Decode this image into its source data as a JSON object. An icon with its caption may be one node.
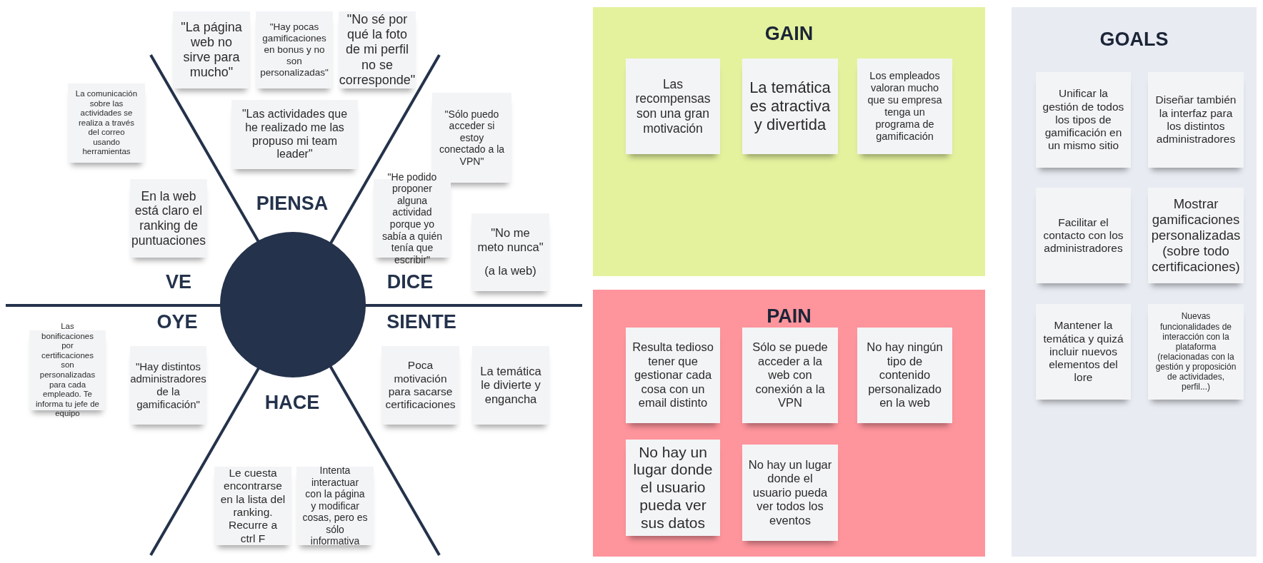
{
  "diagram": {
    "nodes": [
      {
        "text": [
          "\"La página web no sirve para mucho\""
        ]
      },
      {
        "text": [
          "\"Hay pocas gamificaciones en bonus y no son personalizadas\""
        ]
      },
      {
        "text": [
          "\"No sé por qué la foto de mi perfil no se corresponde\""
        ]
      },
      {
        "text": [
          "La comunicación sobre las actividades se realiza a través del correo usando herramientas"
        ]
      },
      {
        "text": [
          "\"Las actividades que he realizado me las propuso mi team leader\""
        ]
      },
      {
        "text": [
          "\"Sólo puedo acceder si estoy conectado a la VPN\""
        ]
      },
      {
        "text": [
          "En la web está claro el ranking de puntuaciones"
        ]
      },
      {
        "text": [
          "\"He podido proponer alguna actividad porque yo sabía a quién tenía que escribir\""
        ]
      },
      {
        "text": [
          "\"No me meto nunca\"",
          "(a la web)"
        ]
      },
      {
        "text": [],
        "shape": "circle"
      },
      {
        "text": [
          "Las bonificaciones por certificaciones son personalizadas para cada empleado. Te informa tu jefe de equipo"
        ]
      },
      {
        "text": [
          "\"Hay distintos administradores de la gamificación\""
        ]
      },
      {
        "text": [
          "Poca motivación para sacarse certificaciones"
        ]
      },
      {
        "text": [
          "La temática le divierte y engancha"
        ]
      },
      {
        "text": [
          "Le cuesta encontrarse en la lista del ranking. Recurre a ctrl F"
        ]
      },
      {
        "text": [
          "Intenta interactuar con la página y modificar cosas, pero es sólo informativa"
        ]
      },
      {
        "text": [
          "GAIN"
        ]
      },
      {
        "text": [
          "Las recompensas son una gran motivación"
        ],
        "in": 16
      },
      {
        "text": [
          "La temática es atractiva y divertida"
        ],
        "in": 16
      },
      {
        "text": [
          "Los empleados valoran mucho que su empresa tenga un programa de gamificación"
        ],
        "in": 16
      },
      {
        "text": [
          "PAIN"
        ]
      },
      {
        "text": [
          "Resulta tedioso tener que gestionar cada cosa con un email distinto"
        ],
        "in": 20
      },
      {
        "text": [
          "Sólo se puede acceder a la web con conexión a la VPN"
        ],
        "in": 20
      },
      {
        "text": [
          "No hay ningún tipo de contenido personalizado en la web"
        ],
        "in": 20
      },
      {
        "text": [
          "No hay un lugar donde el usuario pueda ver sus datos"
        ],
        "in": 20
      },
      {
        "text": [
          "No hay un lugar donde el usuario pueda ver todos los eventos"
        ],
        "in": 20
      },
      {
        "text": [
          "GOALS"
        ]
      },
      {
        "text": [
          "Unificar la gestión de todos los tipos de gamificación en un mismo sitio"
        ],
        "in": 26
      },
      {
        "text": [
          "Diseñar también la interfaz para los distintos administradores"
        ],
        "in": 26
      },
      {
        "text": [
          "Facilitar el contacto con los administradores"
        ],
        "in": 26
      },
      {
        "text": [
          "Mostrar gamificaciones personalizadas (sobre todo certificaciones)"
        ],
        "in": 26
      },
      {
        "text": [
          "Mantener la temática y quizá incluir nuevos elementos del lore"
        ],
        "in": 26
      },
      {
        "text": [
          "Nuevas funcionalidades de interacción con la plataforma (relacionadas con la gestión y proposición de actividades, perfil...)"
        ],
        "in": 26
      }
    ],
    "edges": [],
    "labels": [
      "PIENSA",
      "VE",
      "DICE",
      "OYE",
      "SIENTE",
      "HACE"
    ]
  }
}
